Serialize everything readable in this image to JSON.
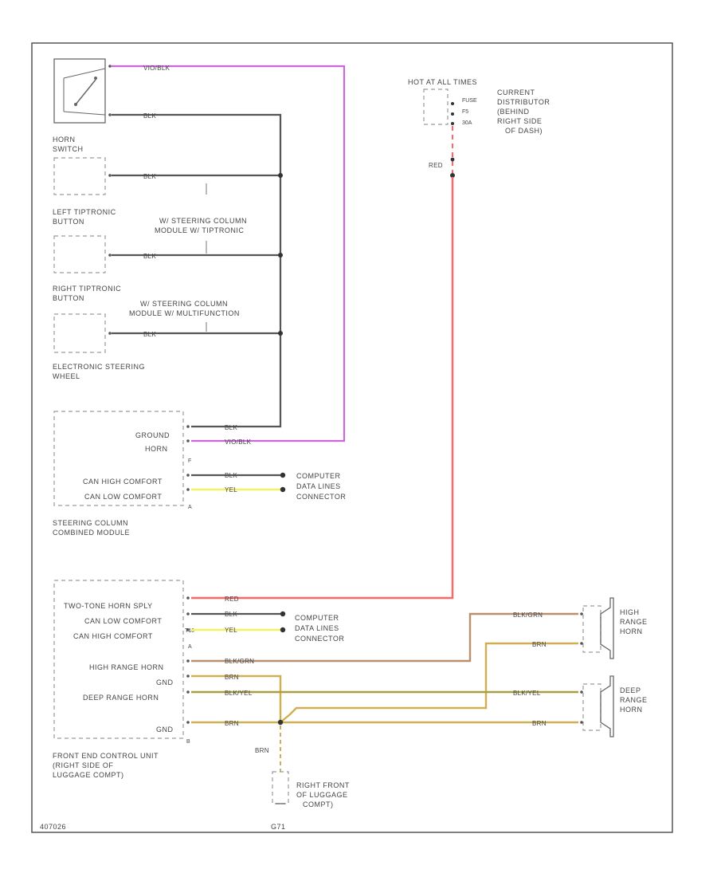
{
  "colors": {
    "black_wire": "#555555",
    "violet_wire": "#cc66dd",
    "red_wire": "#ff6666",
    "yellow_wire": "#f2f266",
    "brown_wire": "#b89070",
    "olive_wire": "#a8a040",
    "tan_wire": "#cfb050",
    "frame": "#555555"
  },
  "horn_switch": {
    "label_1": "HORN",
    "label_2": "SWITCH"
  },
  "left_tip": {
    "label_1": "LEFT TIPTRONIC",
    "label_2": "BUTTON"
  },
  "right_tip": {
    "label_1": "RIGHT TIPTRONIC",
    "label_2": "BUTTON"
  },
  "esw": {
    "label_1": "ELECTRONIC STEERING",
    "label_2": "WHEEL"
  },
  "notes": {
    "tiptronic_1": "W/ STEERING COLUMN",
    "tiptronic_2": "MODULE W/ TIPTRONIC",
    "multifunction_1": "W/ STEERING COLUMN",
    "multifunction_2": "MODULE W/ MULTIFUNCTION"
  },
  "hot_at": {
    "header": "HOT AT ALL TIMES",
    "pin_fuse": "FUSE",
    "pin_f5": "F5",
    "pin_30a": "30A",
    "desc_1": "CURRENT",
    "desc_2": "DISTRIBUTOR",
    "desc_3": "(BEHIND",
    "desc_4": "RIGHT SIDE",
    "desc_5": "OF DASH)"
  },
  "wires": {
    "vio_blk": "VIO/BLK",
    "blk": "BLK",
    "red": "RED",
    "yel": "YEL",
    "br_grn": "BLK/GRN",
    "brn": "BRN",
    "blk_yel": "BLK/YEL"
  },
  "sccm": {
    "ground": "GROUND",
    "horn": "HORN",
    "can_high": "CAN HIGH COMFORT",
    "can_low": "CAN LOW COMFORT",
    "pin_a": "A",
    "pin_f": "F",
    "label_1": "STEERING COLUMN",
    "label_2": "COMBINED MODULE"
  },
  "cdlc_1": {
    "label_1": "COMPUTER",
    "label_2": "DATA LINES",
    "label_3": "CONNECTOR"
  },
  "cdlc_2": {
    "label_1": "COMPUTER",
    "label_2": "DATA LINES",
    "label_3": "CONNECTOR"
  },
  "fecu": {
    "two_tone": "TWO-TONE HORN SPLY",
    "can_low": "CAN LOW COMFORT",
    "can_high": "CAN HIGH COMFORT",
    "high_range": "HIGH RANGE HORN",
    "gnd": "GND",
    "deep_range": "DEEP RANGE HORN",
    "gnd2": "GND",
    "pin_a": "A",
    "pin_b": "B",
    "pin_t10": "T10",
    "label_1": "FRONT END CONTROL UNIT",
    "label_2": "(RIGHT SIDE OF",
    "label_3": "LUGGAGE COMPT)"
  },
  "high_horn": {
    "label_1": "HIGH",
    "label_2": "RANGE",
    "label_3": "HORN"
  },
  "deep_horn": {
    "label_1": "DEEP",
    "label_2": "RANGE",
    "label_3": "HORN"
  },
  "ground": {
    "label_1": "RIGHT FRONT",
    "label_2": "OF LUGGAGE",
    "label_3": "COMPT)",
    "id": "G71"
  },
  "figure_id": "407026"
}
